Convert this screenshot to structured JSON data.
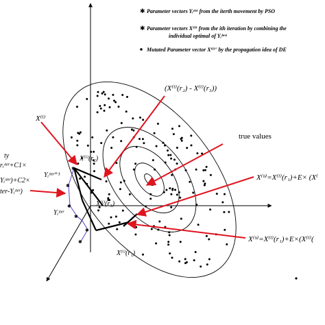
{
  "legend": [
    {
      "marker": "star",
      "color": "#5a3fd0",
      "lines": [
        "Parameter vectors Yᵢᶦᵗᵉʳ from the iterth movement by PSO"
      ]
    },
    {
      "marker": "star",
      "color": "#5a3fd0",
      "lines": [
        "Parameter vectors X⁽ⁱ⁾ from the ith iteration by combining the",
        "individual optimal of Yᵢᵇᵉˢᵗ"
      ]
    },
    {
      "marker": "dot",
      "color": "#000000",
      "lines": [
        "Mutated Parameter vector X⁽ⁱ⁾' by the propagation idea of DE"
      ]
    }
  ],
  "labels": {
    "diff": "(X⁽ⁱ⁾(r₂) - X⁽ⁱ⁾(r₃))",
    "xi": "X⁽ⁱ⁾",
    "true_values": "true values",
    "mut_upper": "X⁽ʰ⁾=X⁽ⁱ⁾(r₁)+E× (X⁽",
    "mut_lower": "X⁽ʰ⁾=X⁽ⁱ⁾(r₁)+E×(X⁽ⁱ⁾(",
    "xr2": "X⁽ⁱ⁾(r₂)",
    "xr3": "X⁽ⁱ⁾(r₃)",
    "xr1": "X⁽ⁱ⁾(r₁)",
    "y_next": "Yᵢᶦᵗᵉʳ⁺¹",
    "y_iter": "Yᵢᶦᵗᵉʳ",
    "pso_lines": [
      "ty",
      "rᵢᶦᵗᵉʳ+C1×",
      "Yᵢᶦᵗᵉʳ)+C2×",
      "ter-Yᵢᶦᵗᵉʳ)"
    ]
  },
  "colors": {
    "arrow": "#e0141e",
    "star": "#5a3fd0",
    "ink": "#000000"
  }
}
